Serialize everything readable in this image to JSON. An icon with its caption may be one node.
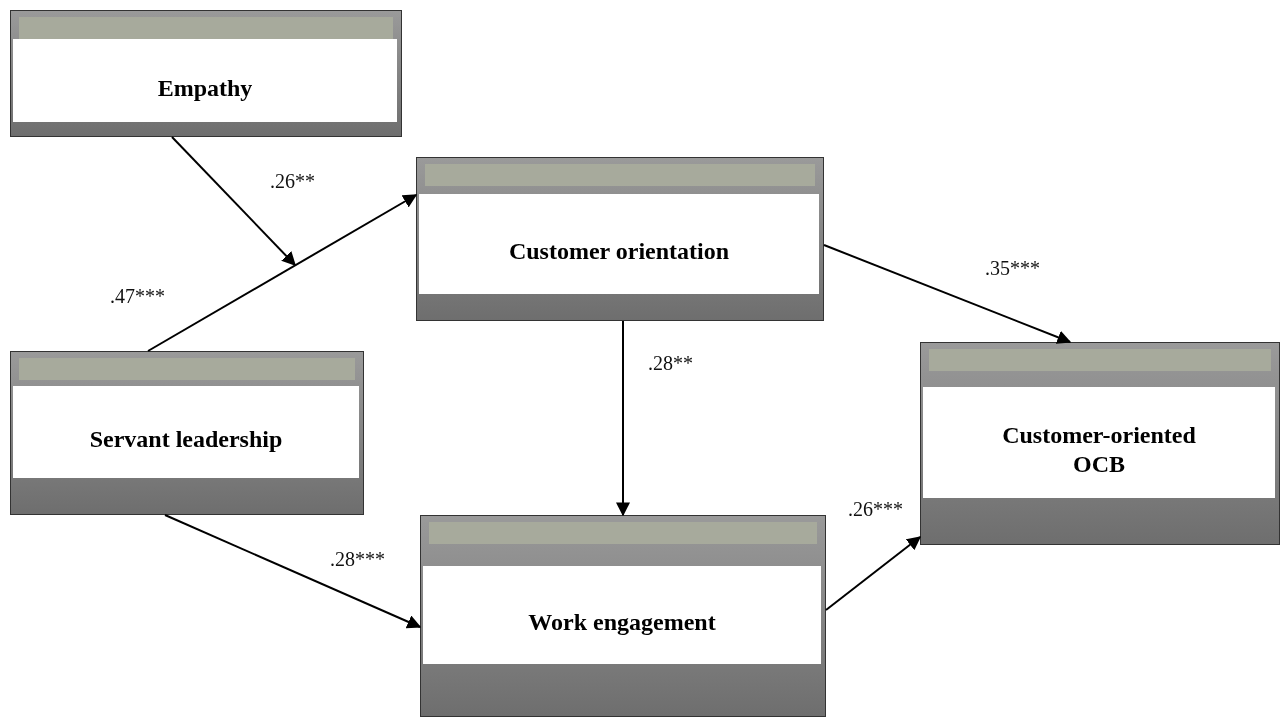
{
  "diagram": {
    "nodes": [
      {
        "text": [
          "Empathy"
        ]
      },
      {
        "text": [
          "Customer orientation"
        ]
      },
      {
        "text": [
          "Servant leadership"
        ]
      },
      {
        "text": [
          "Customer-oriented OCB"
        ]
      },
      {
        "text": [
          "Work engagement"
        ]
      }
    ],
    "edges": [
      {
        "from": 0,
        "to": null,
        "arrow": "to",
        "label": ".26**"
      },
      {
        "from": 2,
        "to": 1,
        "arrow": "to",
        "label": ".47***"
      },
      {
        "from": 2,
        "to": 4,
        "arrow": "to",
        "label": ".28***"
      },
      {
        "from": 1,
        "to": 4,
        "arrow": "to",
        "label": ".28**"
      },
      {
        "from": 1,
        "to": 3,
        "arrow": "to",
        "label": ".35***"
      },
      {
        "from": 4,
        "to": 3,
        "arrow": "to",
        "label": ".26***"
      }
    ]
  }
}
